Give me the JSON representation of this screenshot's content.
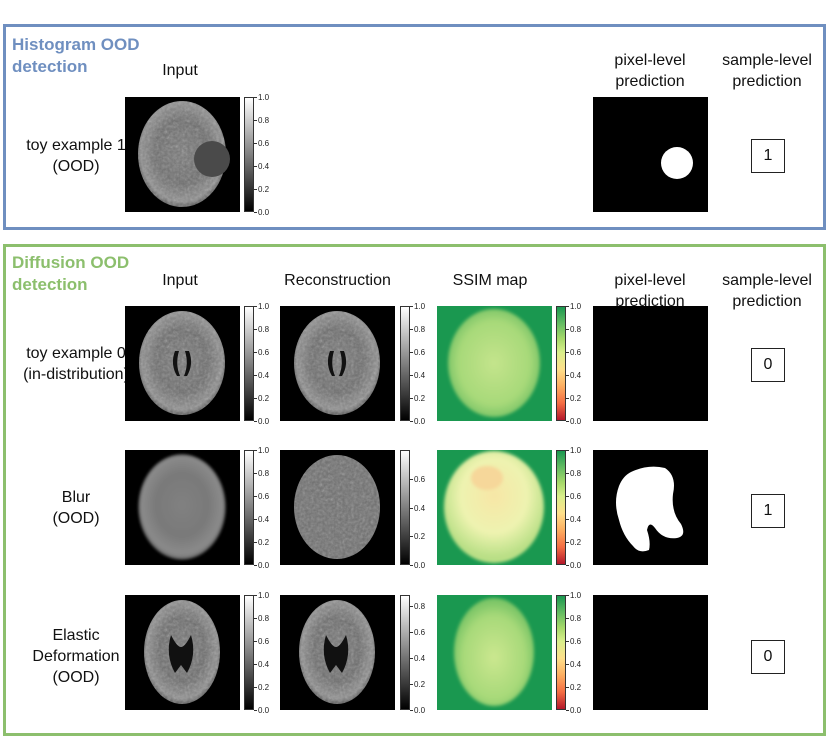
{
  "histogram": {
    "title_line1": "Histogram OOD",
    "title_line2": "detection",
    "col_input": "Input",
    "col_pixel": "pixel-level\nprediction",
    "col_sample": "sample-level\nprediction",
    "row_label": "toy example 1\n(OOD)",
    "sample_prediction": "1",
    "colorbar_ticks": [
      "1.0",
      "0.8",
      "0.6",
      "0.4",
      "0.2",
      "0.0"
    ]
  },
  "diffusion": {
    "title_line1": "Diffusion OOD",
    "title_line2": "detection",
    "col_input": "Input",
    "col_recon": "Reconstruction",
    "col_ssim": "SSIM map",
    "col_pixel": "pixel-level\nprediction",
    "col_sample": "sample-level\nprediction",
    "rows": [
      {
        "label": "toy example 0\n(in-distribution)",
        "sample_prediction": "0",
        "input_ticks": [
          "1.0",
          "0.8",
          "0.6",
          "0.4",
          "0.2",
          "0.0"
        ],
        "recon_ticks": [
          "1.0",
          "0.8",
          "0.6",
          "0.4",
          "0.2",
          "0.0"
        ],
        "ssim_ticks": [
          "1.0",
          "0.8",
          "0.6",
          "0.4",
          "0.2",
          "0.0"
        ]
      },
      {
        "label": "Blur\n(OOD)",
        "sample_prediction": "1",
        "input_ticks": [
          "1.0",
          "0.8",
          "0.6",
          "0.4",
          "0.2",
          "0.0"
        ],
        "recon_ticks": [
          "0.6",
          "0.4",
          "0.2",
          "0.0"
        ],
        "ssim_ticks": [
          "1.0",
          "0.8",
          "0.6",
          "0.4",
          "0.2",
          "0.0"
        ]
      },
      {
        "label": "Elastic\nDeformation\n(OOD)",
        "sample_prediction": "0",
        "input_ticks": [
          "1.0",
          "0.8",
          "0.6",
          "0.4",
          "0.2",
          "0.0"
        ],
        "recon_ticks": [
          "0.8",
          "0.6",
          "0.4",
          "0.2",
          "0.0"
        ],
        "ssim_ticks": [
          "1.0",
          "0.8",
          "0.6",
          "0.4",
          "0.2",
          "0.0"
        ]
      }
    ]
  }
}
